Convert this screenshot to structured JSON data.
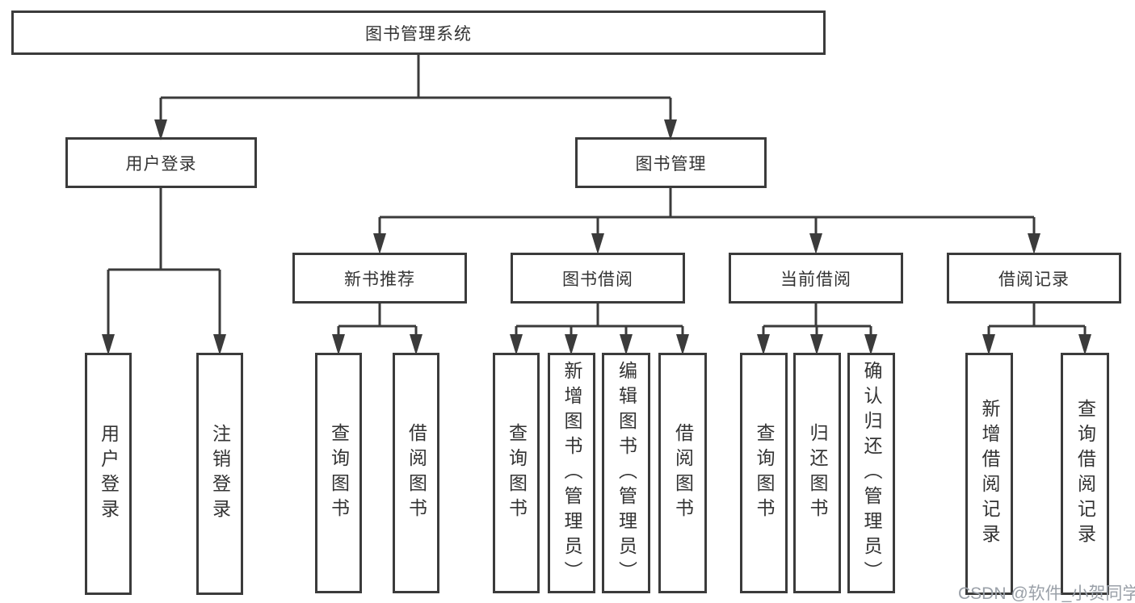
{
  "diagram": {
    "root": {
      "label": "图书管理系统"
    },
    "level2": [
      {
        "label": "用户登录"
      },
      {
        "label": "图书管理"
      }
    ],
    "level3": [
      {
        "label": "新书推荐"
      },
      {
        "label": "图书借阅"
      },
      {
        "label": "当前借阅"
      },
      {
        "label": "借阅记录"
      }
    ],
    "leaves": {
      "login": [
        {
          "label": "用户登录"
        },
        {
          "label": "注销登录"
        }
      ],
      "newbook": [
        {
          "label": "查询图书"
        },
        {
          "label": "借阅图书"
        }
      ],
      "borrow": [
        {
          "label": "查询图书"
        },
        {
          "label": "新增图书（管理员）"
        },
        {
          "label": "编辑图书（管理员）"
        },
        {
          "label": "借阅图书"
        }
      ],
      "current": [
        {
          "label": "查询图书"
        },
        {
          "label": "归还图书"
        },
        {
          "label": "确认归还（管理员）"
        }
      ],
      "records": [
        {
          "label": "新增借阅记录"
        },
        {
          "label": "查询借阅记录"
        }
      ]
    }
  },
  "watermark": {
    "text": "CSDN @软件_小贺同学"
  },
  "colors": {
    "line": "#3b3b3b",
    "box_border": "#3b3b3b",
    "text": "#333333",
    "background": "#ffffff",
    "watermark": "#9aa0a8"
  }
}
